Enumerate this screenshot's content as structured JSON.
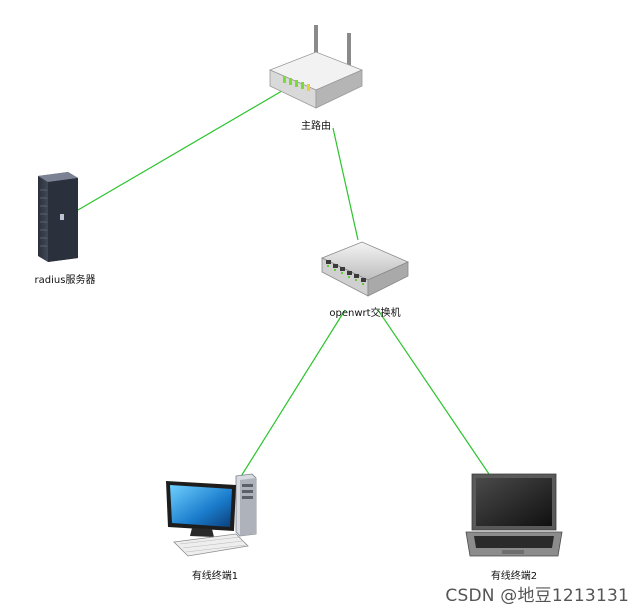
{
  "nodes": {
    "router": {
      "label": "主路由",
      "icon": "router-icon"
    },
    "radius": {
      "label": "radius服务器",
      "icon": "server-tower-icon"
    },
    "switch": {
      "label": "openwrt交换机",
      "icon": "network-switch-icon"
    },
    "pc": {
      "label": "有线终端1",
      "icon": "desktop-computer-icon"
    },
    "laptop": {
      "label": "有线终端2",
      "icon": "laptop-icon"
    }
  },
  "links": [
    {
      "from": "router",
      "to": "radius"
    },
    {
      "from": "router",
      "to": "switch"
    },
    {
      "from": "switch",
      "to": "pc"
    },
    {
      "from": "switch",
      "to": "laptop"
    }
  ],
  "colors": {
    "link": "#2bc42b",
    "background": "#ffffff"
  },
  "watermark": "CSDN @地豆1213131"
}
